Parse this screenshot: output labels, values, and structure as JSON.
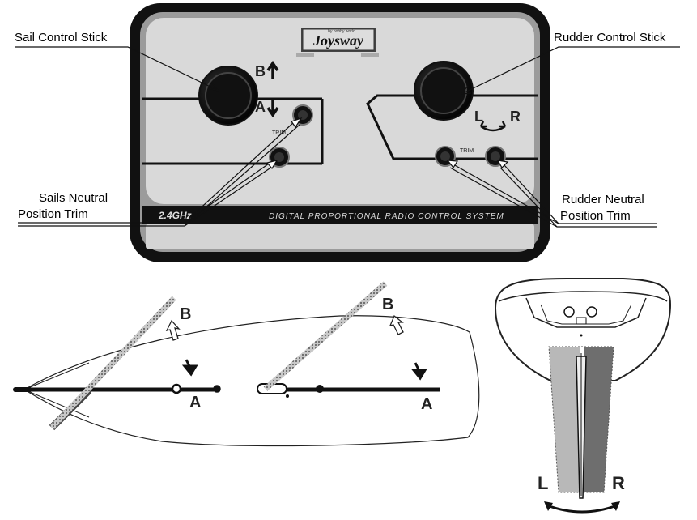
{
  "transmitter": {
    "brand": "Joysway",
    "brand_tagline": "by hobby world",
    "trim_label": "TRIM",
    "frequency": "2.4GHz",
    "system_name": "DIGITAL PROPORTIONAL RADIO CONTROL SYSTEM",
    "sail_up_letter": "B",
    "sail_down_letter": "A",
    "rudder_left_letter": "L",
    "rudder_right_letter": "R"
  },
  "callouts": {
    "sail_control_stick": "Sail Control Stick",
    "rudder_control_stick": "Rudder Control Stick",
    "sails_trim_line1": "Sails Neutral",
    "sails_trim_line2": "Position Trim",
    "rudder_trim_line1": "Rudder Neutral",
    "rudder_trim_line2": "Position Trim"
  },
  "hull_diagram": {
    "boom_front_pos_b": "B",
    "boom_front_pos_a": "A",
    "boom_rear_pos_b": "B",
    "boom_rear_pos_a": "A"
  },
  "rudder_diagram": {
    "left_letter": "L",
    "right_letter": "R"
  }
}
